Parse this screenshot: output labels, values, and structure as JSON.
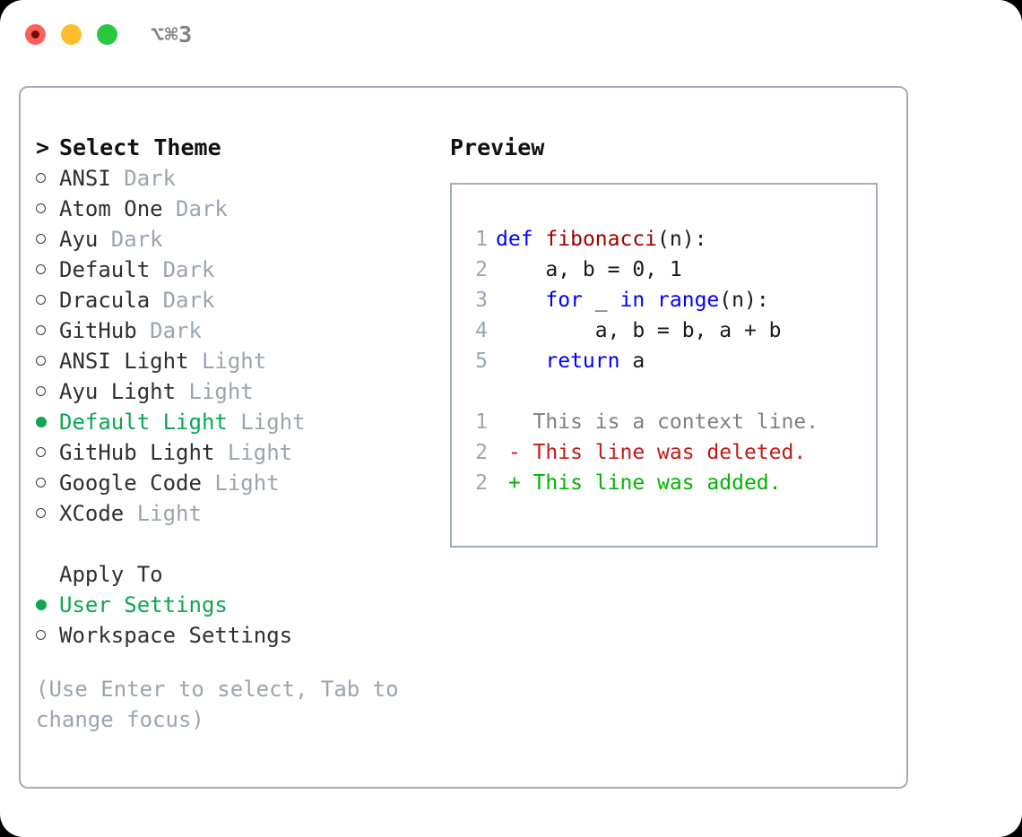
{
  "titlebar": {
    "shortcut": "⌥⌘3",
    "buttons": [
      {
        "name": "close",
        "color": "#ff5f57"
      },
      {
        "name": "minimize",
        "color": "#ffbd2e"
      },
      {
        "name": "zoom",
        "color": "#28c840"
      }
    ]
  },
  "theme_picker": {
    "heading": "Select Theme",
    "heading_prefix": "> ",
    "marker_selected": "●",
    "marker_unselected": "o",
    "items": [
      {
        "label": "ANSI",
        "category": "Dark",
        "selected": false
      },
      {
        "label": "Atom One",
        "category": "Dark",
        "selected": false
      },
      {
        "label": "Ayu",
        "category": "Dark",
        "selected": false
      },
      {
        "label": "Default",
        "category": "Dark",
        "selected": false
      },
      {
        "label": "Dracula",
        "category": "Dark",
        "selected": false
      },
      {
        "label": "GitHub",
        "category": "Dark",
        "selected": false
      },
      {
        "label": "ANSI Light",
        "category": "Light",
        "selected": false
      },
      {
        "label": "Ayu Light",
        "category": "Light",
        "selected": false
      },
      {
        "label": "Default Light",
        "category": "Light",
        "selected": true
      },
      {
        "label": "GitHub Light",
        "category": "Light",
        "selected": false
      },
      {
        "label": "Google Code",
        "category": "Light",
        "selected": false
      },
      {
        "label": "XCode",
        "category": "Light",
        "selected": false
      }
    ]
  },
  "apply_to": {
    "heading": "Apply To",
    "items": [
      {
        "label": "User Settings",
        "selected": true
      },
      {
        "label": "Workspace Settings",
        "selected": false
      }
    ]
  },
  "hint": "(Use Enter to select, Tab to change focus)",
  "preview": {
    "title": "Preview",
    "code_lines": [
      {
        "num": "1",
        "tokens": [
          {
            "t": "def",
            "c": "kw"
          },
          {
            "t": " ",
            "c": "plain"
          },
          {
            "t": "fibonacci",
            "c": "fn"
          },
          {
            "t": "(n):",
            "c": "plain"
          }
        ]
      },
      {
        "num": "2",
        "tokens": [
          {
            "t": "    a, b = 0, 1",
            "c": "plain"
          }
        ]
      },
      {
        "num": "3",
        "tokens": [
          {
            "t": "    ",
            "c": "plain"
          },
          {
            "t": "for",
            "c": "kw"
          },
          {
            "t": " _ ",
            "c": "plain"
          },
          {
            "t": "in",
            "c": "kw"
          },
          {
            "t": " ",
            "c": "plain"
          },
          {
            "t": "range",
            "c": "kw"
          },
          {
            "t": "(n):",
            "c": "plain"
          }
        ]
      },
      {
        "num": "4",
        "tokens": [
          {
            "t": "        a, b = b, a + b",
            "c": "plain"
          }
        ]
      },
      {
        "num": "5",
        "tokens": [
          {
            "t": "    ",
            "c": "plain"
          },
          {
            "t": "return",
            "c": "kw"
          },
          {
            "t": " a",
            "c": "plain"
          }
        ]
      }
    ],
    "diff_lines": [
      {
        "num": "1",
        "tokens": [
          {
            "t": "   This is a context line.",
            "c": "ctx"
          }
        ]
      },
      {
        "num": "2",
        "tokens": [
          {
            "t": " - This line was deleted.",
            "c": "del"
          }
        ]
      },
      {
        "num": "2",
        "tokens": [
          {
            "t": " + This line was added.",
            "c": "add"
          }
        ]
      }
    ]
  },
  "colors": {
    "accent_green": "#0ca750",
    "muted": "#9aa5b1",
    "border": "#a3aebd",
    "keyword": "#0000ff",
    "function": "#a00000",
    "diff_deleted": "#c41a16",
    "diff_added": "#00b500"
  }
}
